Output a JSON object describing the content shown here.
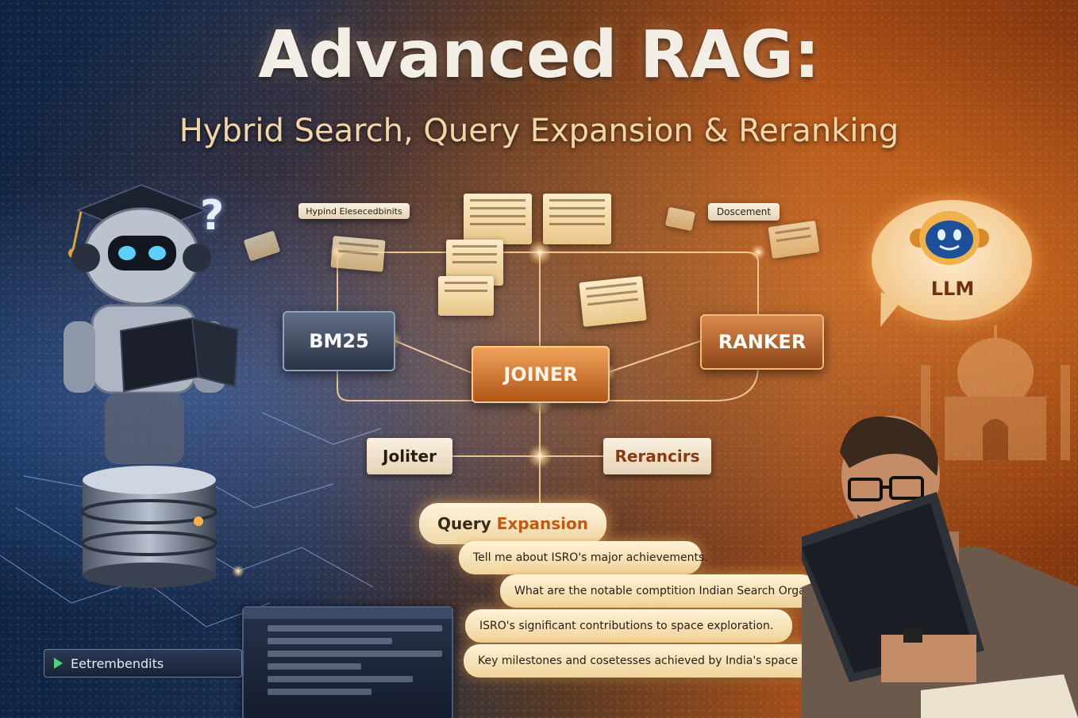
{
  "title": "Advanced RAG:",
  "subtitle": "Hybrid Search, Query Expansion & Reranking",
  "nodes": {
    "bm25": "BM25",
    "joiner": "JOINER",
    "ranker": "RANKER",
    "joliter": "Joliter",
    "rerancirs": "Rerancirs",
    "hybrid_tag": "Hypind Elesecedbinits",
    "document_tag": "Doscement"
  },
  "llm": {
    "label": "LLM"
  },
  "query_expansion": {
    "label_main": "Query",
    "label_accent": "Expansion",
    "queries": [
      "Tell me about ISRO's major achievements.",
      "What are the notable comptition Indian Search Organisation.",
      "ISRO's significant contributions to space exploration.",
      "Key milestones and cosetesses achieved by India's space agency."
    ]
  },
  "embeddings_tag": "Eetrembendits",
  "colors": {
    "accent_blue": "#2b4a7a",
    "accent_orange": "#d9731f",
    "node_text": "#ffffff"
  },
  "icons": [
    "robot-icon",
    "database-icon",
    "llm-bot-icon",
    "question-mark-icon",
    "person-icon",
    "monument-icon"
  ]
}
